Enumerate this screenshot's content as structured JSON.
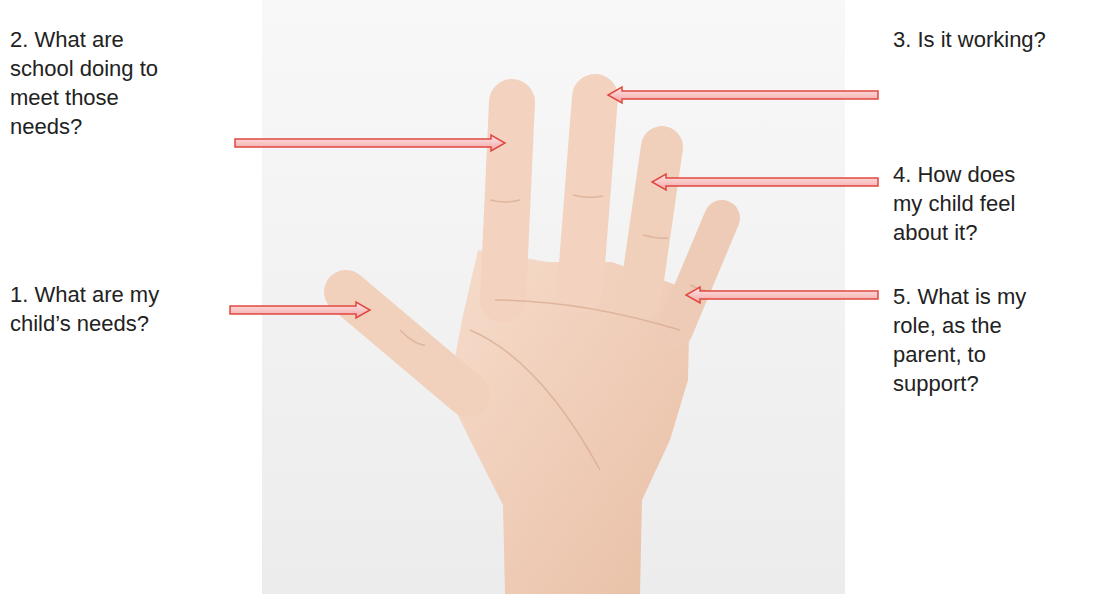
{
  "diagram": {
    "labels": [
      "1. What are my child’s needs?",
      "2. What are school doing to meet those needs?",
      "3. Is it working?",
      "4. How does my child feel about it?",
      "5. What is my role, as the parent, to support?"
    ]
  }
}
